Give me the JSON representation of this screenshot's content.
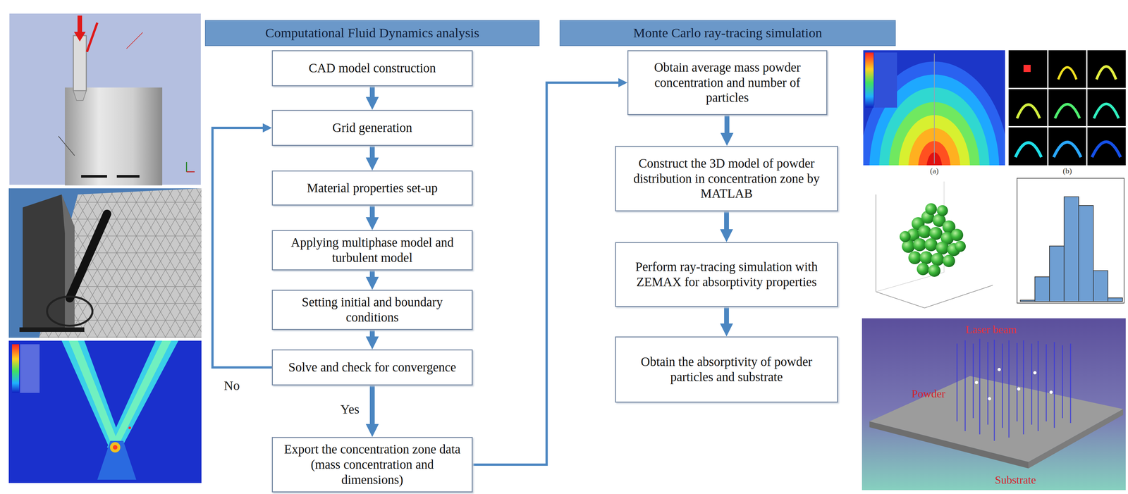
{
  "diagram": {
    "nodes": [
      {
        "text": [
          "Computational Fluid Dynamics analysis"
        ]
      },
      {
        "text": [
          "Monte Carlo ray-tracing simulation"
        ]
      },
      {
        "text": [
          "CAD model construction"
        ]
      },
      {
        "text": [
          "Grid generation"
        ]
      },
      {
        "text": [
          "Material properties set-up"
        ]
      },
      {
        "text": [
          "Applying multiphase model and turbulent model"
        ]
      },
      {
        "text": [
          "Setting initial and boundary conditions"
        ]
      },
      {
        "text": [
          "Solve and check for convergence"
        ]
      },
      {
        "text": [
          "Export the concentration zone data (mass concentration and dimensions)"
        ]
      },
      {
        "text": [
          "Obtain average mass powder concentration and number of particles"
        ]
      },
      {
        "text": [
          "Construct the 3D model of powder distribution in concentration zone by MATLAB"
        ]
      },
      {
        "text": [
          "Perform ray-tracing simulation with ZEMAX for absorptivity properties"
        ]
      },
      {
        "text": [
          "Obtain the absorptivity of powder particles and substrate"
        ]
      }
    ],
    "edges": [
      {
        "from": 2,
        "to": 3,
        "arrow": "to"
      },
      {
        "from": 3,
        "to": 4,
        "arrow": "to"
      },
      {
        "from": 4,
        "to": 5,
        "arrow": "to"
      },
      {
        "from": 5,
        "to": 6,
        "arrow": "to"
      },
      {
        "from": 6,
        "to": 7,
        "arrow": "to"
      },
      {
        "from": 7,
        "to": 8,
        "label": "Yes",
        "arrow": "to"
      },
      {
        "from": 7,
        "to": 3,
        "label": "No",
        "arrow": "to"
      },
      {
        "from": 8,
        "to": 9,
        "arrow": "to"
      },
      {
        "from": 9,
        "to": 10,
        "arrow": "to"
      },
      {
        "from": 10,
        "to": 11,
        "arrow": "to"
      },
      {
        "from": 11,
        "to": 12,
        "arrow": "to"
      }
    ],
    "labels": [
      "(a)",
      "(b)",
      "Laser beam",
      "Powder",
      "Substrate"
    ]
  }
}
